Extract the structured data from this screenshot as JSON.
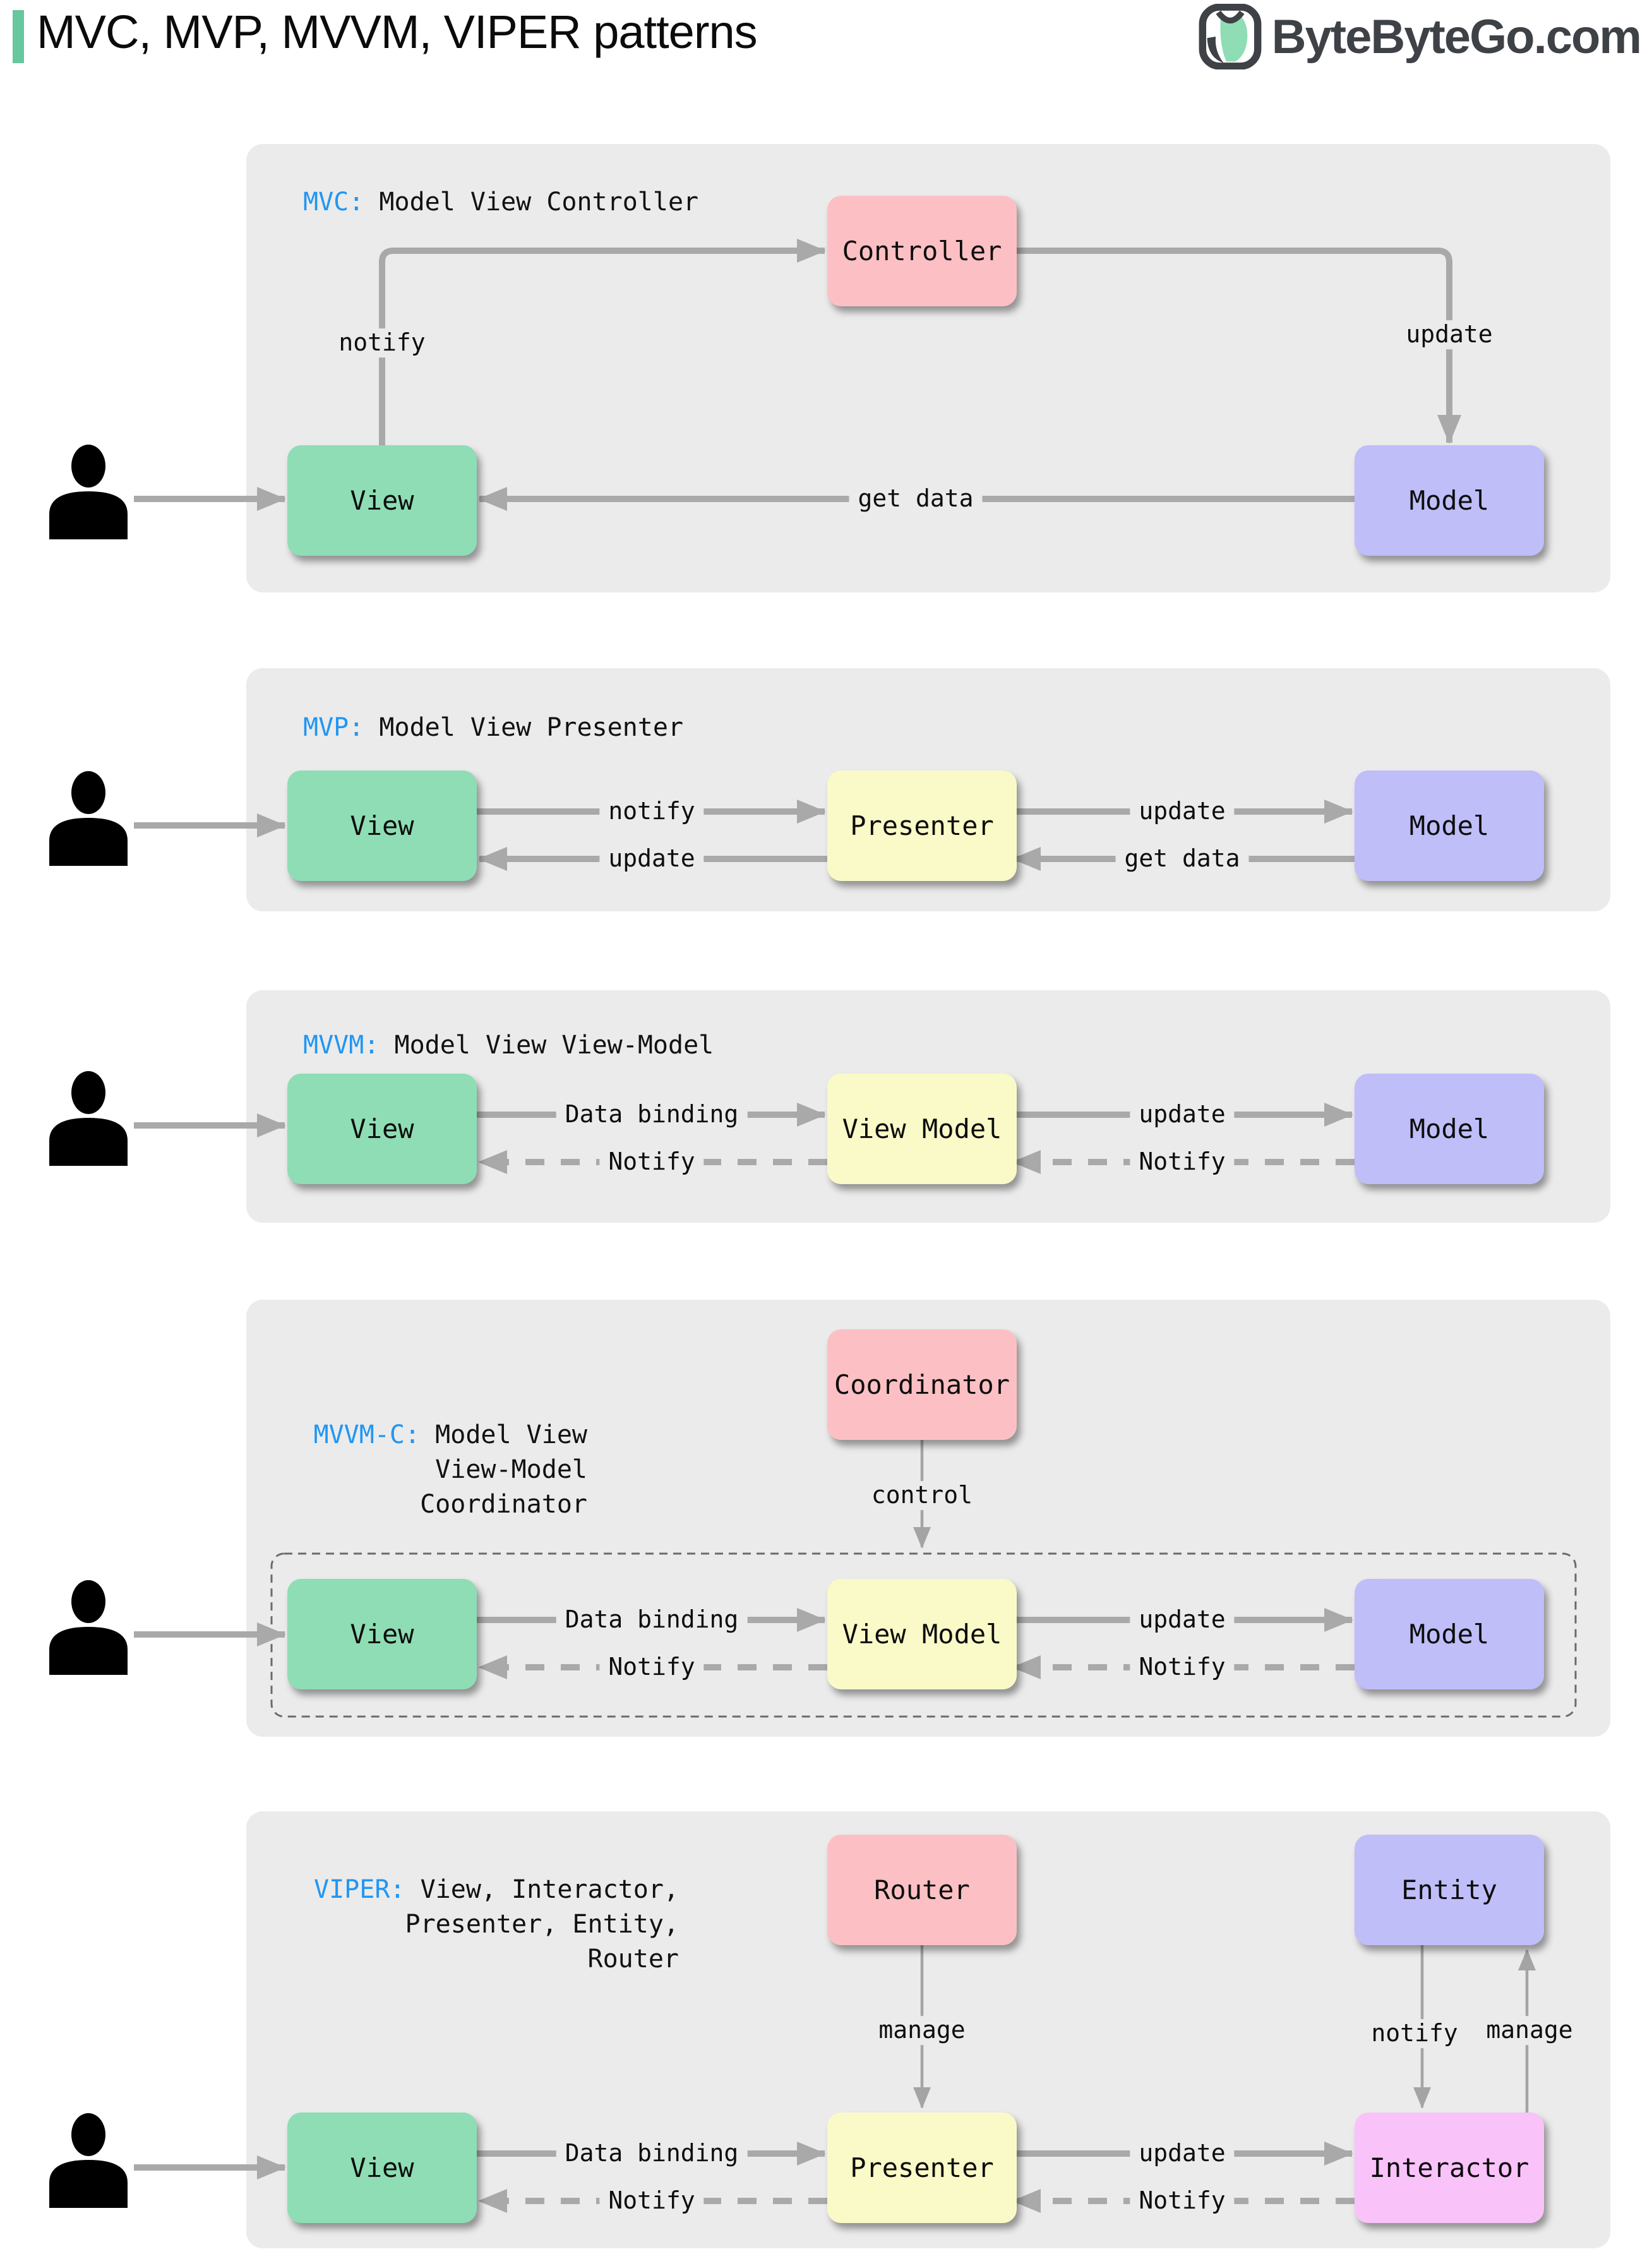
{
  "header": {
    "title": "MVC, MVP, MVVM, VIPER patterns",
    "logo_text": "ByteByteGo.com"
  },
  "colors": {
    "accent_green": "#67C79F",
    "abbr_blue": "#2196F3",
    "panel_gray": "#EBEBEB",
    "arrow_gray": "#A9A9A9",
    "node_view_green": "#8EDDB5",
    "node_middle_yellow": "#FAFAC8",
    "node_model_purple": "#BFBEF9",
    "node_control_pink": "#FCC0C4",
    "node_interactor_magenta": "#F9C3FA"
  },
  "panels": [
    {
      "abbr": "MVC:",
      "rest": " Model View Controller",
      "boxes": {
        "controller": "Controller",
        "view": "View",
        "model": "Model"
      },
      "edges": {
        "notify": "notify",
        "update": "update",
        "get_data": "get data"
      }
    },
    {
      "abbr": "MVP:",
      "rest": " Model View Presenter",
      "boxes": {
        "view": "View",
        "presenter": "Presenter",
        "model": "Model"
      },
      "edges": {
        "notify": "notify",
        "update_top": "update",
        "update_bottom": "update",
        "get_data": "get data"
      }
    },
    {
      "abbr": "MVVM:",
      "rest": " Model View View-Model",
      "boxes": {
        "view": "View",
        "view_model": "View Model",
        "model": "Model"
      },
      "edges": {
        "data_binding": "Data binding",
        "update": "update",
        "notify_left": "Notify",
        "notify_right": "Notify"
      }
    },
    {
      "abbr": "MVVM-C:",
      "rest": " Model View\nView-Model\nCoordinator",
      "boxes": {
        "coordinator": "Coordinator",
        "view": "View",
        "view_model": "View Model",
        "model": "Model"
      },
      "edges": {
        "control": "control",
        "data_binding": "Data binding",
        "update": "update",
        "notify_left": "Notify",
        "notify_right": "Notify"
      }
    },
    {
      "abbr": "VIPER:",
      "rest": " View, Interactor,\nPresenter, Entity,\nRouter",
      "boxes": {
        "router": "Router",
        "entity": "Entity",
        "view": "View",
        "presenter": "Presenter",
        "interactor": "Interactor"
      },
      "edges": {
        "manage_router": "manage",
        "notify_entity": "notify",
        "manage_entity": "manage",
        "data_binding": "Data binding",
        "update": "update",
        "notify_left": "Notify",
        "notify_right": "Notify"
      }
    }
  ]
}
